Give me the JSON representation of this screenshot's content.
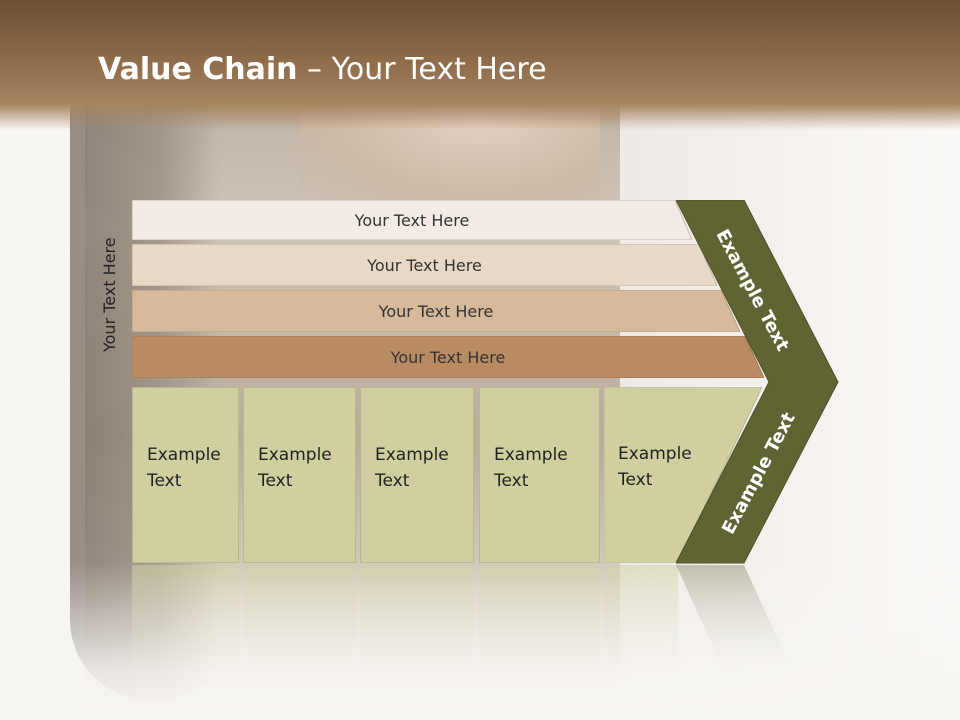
{
  "slide": {
    "title_bold": "Value Chain",
    "title_rest": " – Your Text Here",
    "side_label": "Your Text Here"
  },
  "rows": [
    {
      "label": "Your Text Here",
      "color": "#f3ece4"
    },
    {
      "label": "Your Text Here",
      "color": "#e8d8c6"
    },
    {
      "label": "Your Text Here",
      "color": "#d7b99b"
    },
    {
      "label": "Your Text Here",
      "color": "#b98b62"
    }
  ],
  "columns": [
    {
      "label": "Example Text"
    },
    {
      "label": "Example Text"
    },
    {
      "label": "Example Text"
    },
    {
      "label": "Example Text"
    },
    {
      "label": "Example Text"
    }
  ],
  "chevron": {
    "top_label": "Example Text",
    "bottom_label": "Example Text",
    "color": "#606432"
  },
  "colors": {
    "column_fill": "#cfcf9f",
    "title_bar": "#8d6a48"
  }
}
